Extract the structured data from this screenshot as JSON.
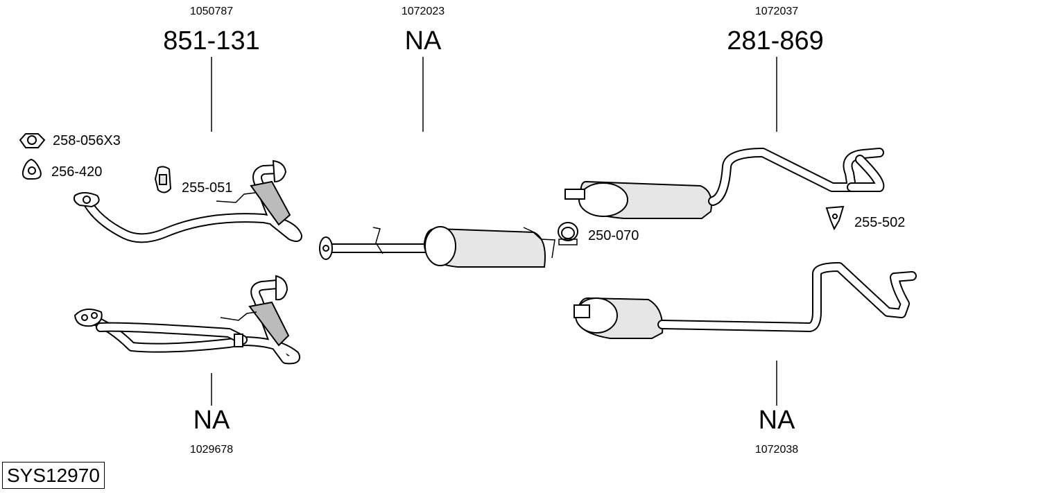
{
  "system_code": "SYS12970",
  "parts": [
    {
      "ref": "1050787",
      "code": "851-131"
    },
    {
      "ref": "1072023",
      "code": "NA"
    },
    {
      "ref": "1072037",
      "code": "281-869"
    },
    {
      "ref": "1029678",
      "code": "NA"
    },
    {
      "ref": "1072038",
      "code": "NA"
    }
  ],
  "accessories": [
    {
      "code": "258-056X3",
      "icon": "nut-icon"
    },
    {
      "code": "256-420",
      "icon": "gasket-icon"
    },
    {
      "code": "255-051",
      "icon": "rubber-mount-icon"
    },
    {
      "code": "250-070",
      "icon": "clamp-icon"
    },
    {
      "code": "255-502",
      "icon": "bracket-icon"
    }
  ]
}
